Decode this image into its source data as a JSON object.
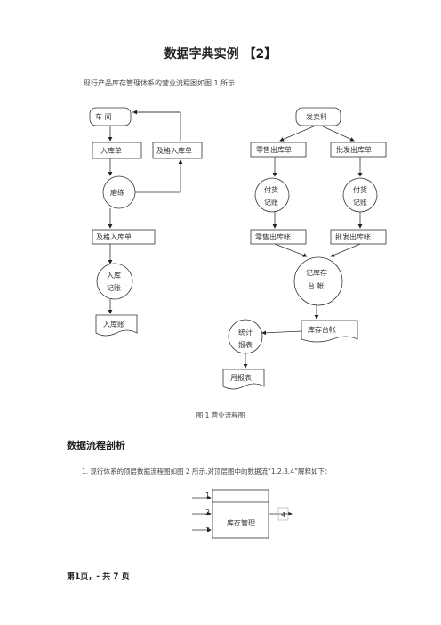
{
  "title": "数据字典实例",
  "title_tag": "【2】",
  "intro": "现行产品库存管理体系的营业流程图如图  1  所示.",
  "flow": {
    "workshop": "车  间",
    "receipt_slip": "入库单",
    "qualified_slip_top": "及格入库单",
    "inspection": "磨练",
    "qualified_slip": "及格入库单",
    "stock_in_post_1": "入库",
    "stock_in_post_2": "记账",
    "stock_in_ledger": "入库账",
    "sales_dept": "发卖科",
    "retail_out_slip": "零售出库单",
    "wholesale_out_slip": "批发出库单",
    "pay_post_left_1": "付货",
    "pay_post_left_2": "记账",
    "pay_post_right_1": "付货",
    "pay_post_right_2": "记账",
    "retail_out_ledger": "零售出库帐",
    "wholesale_out_ledger": "批发出库帐",
    "inventory_post_1": "记库存",
    "inventory_post_2": "台  帐",
    "inventory_ledger": "库存台帐",
    "stats_1": "统计",
    "stats_2": "报表",
    "monthly_report": "月报表"
  },
  "caption": "图  1  营业流程图",
  "section_heading": "数据流程剖析",
  "paragraph": "1. 现行体系的顶层数据流程图如图  2 所示.对顶层图中的数据流“1.2.3.4”解释如下：",
  "dfd": {
    "in_1": "1",
    "in_2": "2",
    "in_3": "3",
    "out_4": "4",
    "process": "库存管理"
  },
  "footer": "第1页，- 共 7 页"
}
